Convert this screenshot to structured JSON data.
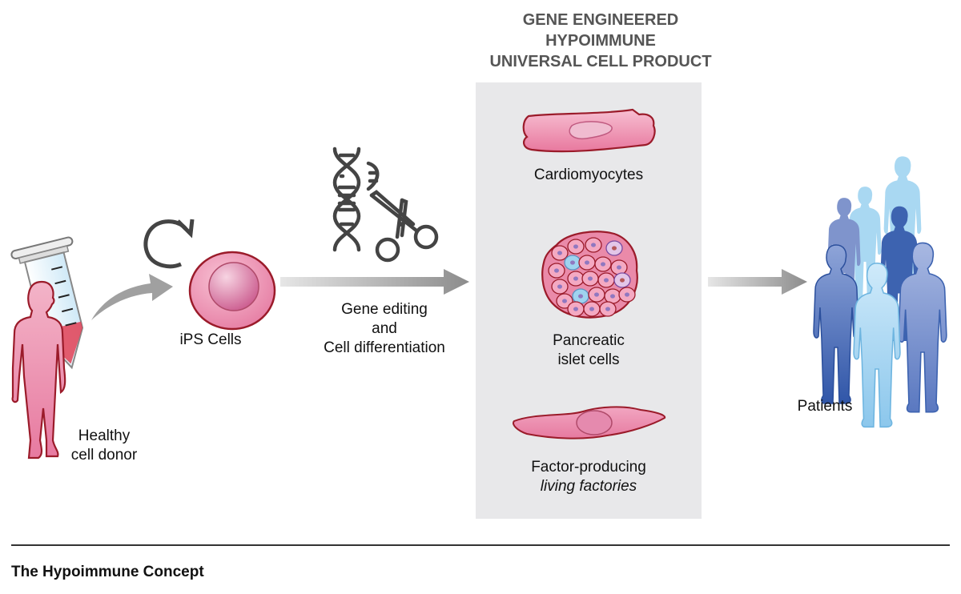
{
  "header": {
    "line1": "GENE ENGINEERED",
    "line2": "HYPOIMMUNE",
    "line3": "UNIVERSAL CELL PRODUCT"
  },
  "donor": {
    "line1": "Healthy",
    "line2": "cell donor"
  },
  "ips": {
    "label": "iPS Cells"
  },
  "process": {
    "line1": "Gene editing",
    "line2": "and",
    "line3": "Cell differentiation"
  },
  "products": {
    "cardio": "Cardiomyocytes",
    "islet_line1": "Pancreatic",
    "islet_line2": "islet cells",
    "factor_line1": "Factor-producing",
    "factor_line2": "living factories"
  },
  "patients": {
    "label": "Patients"
  },
  "caption": "The Hypoimmune Concept",
  "colors": {
    "cell_pink": "#ec8fae",
    "cell_outline": "#9b1b2a",
    "header_gray": "#555555",
    "panel_gray": "#e8e8ea",
    "arrow_gray": "#9a9a9a",
    "icon_dark": "#444444",
    "patient_blue_dark": "#3d63b0",
    "patient_blue_light": "#a9d8f2"
  }
}
